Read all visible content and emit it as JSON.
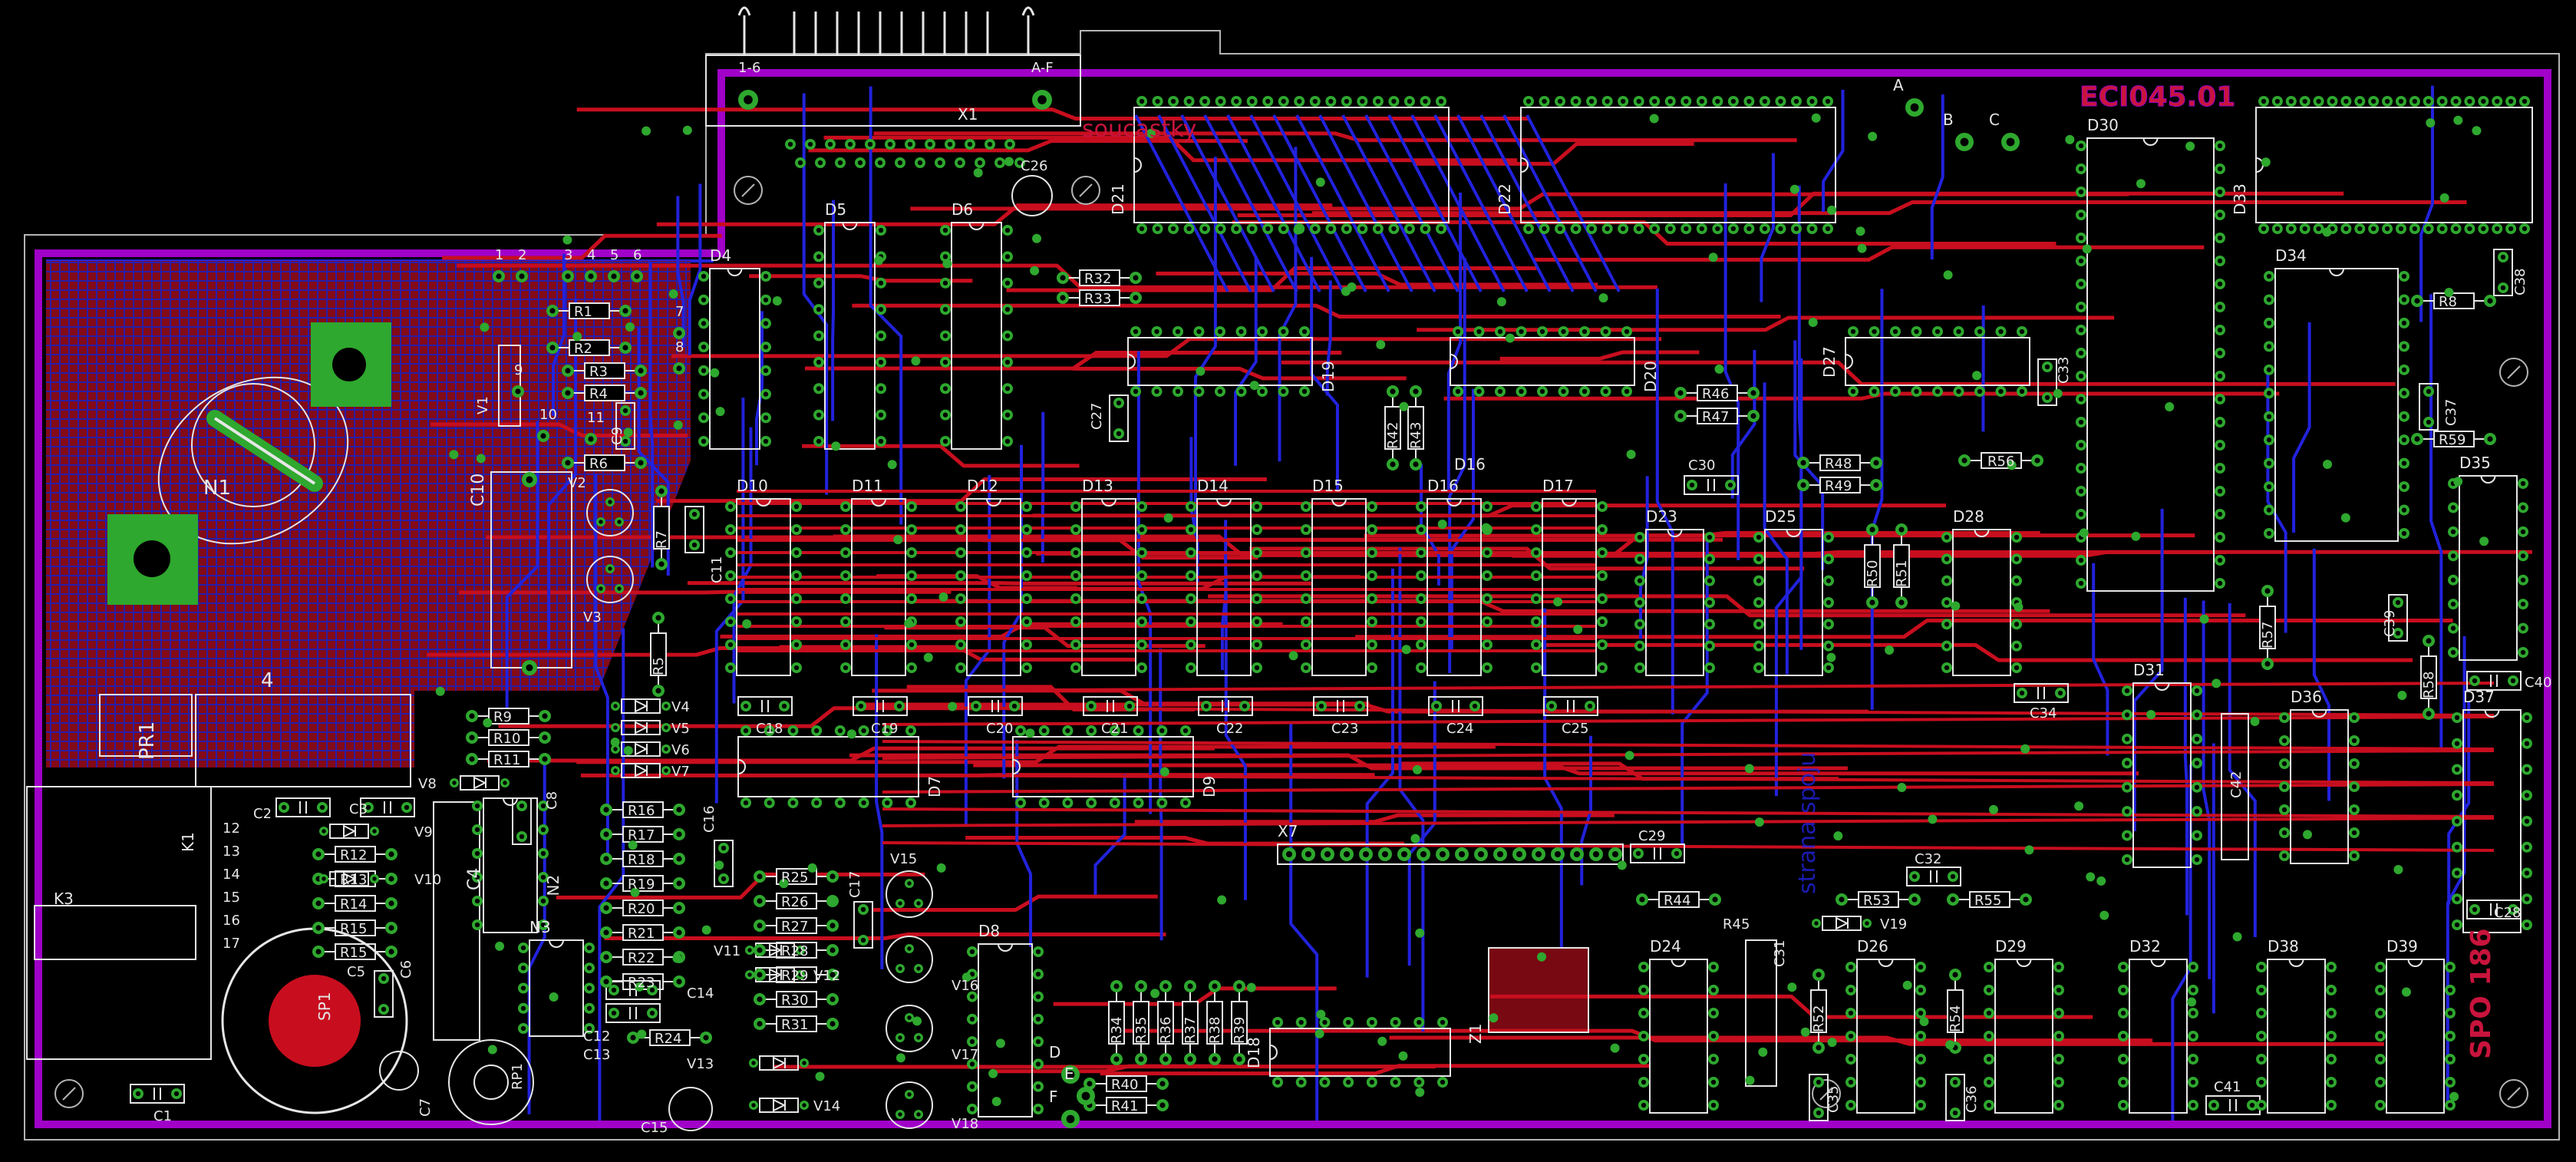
{
  "colors": {
    "background": "#000000",
    "outline": "#b4b4b4",
    "top_copper": "#c80e1e",
    "bottom_copper": "#2222dd",
    "ground_frame": "#a000c8",
    "silkscreen": "#e6e6e6",
    "pad": "#2ea82e",
    "pad_hole": "#000000",
    "title_text": "#c8143c"
  },
  "board": {
    "title_top": "ECI045.01",
    "title_side": "SPO 186",
    "top_text": "soucastky",
    "bottom_text": "strana spoju"
  },
  "connector_x1": {
    "name": "X1",
    "left_label": "1-6",
    "right_label": "A-F"
  },
  "test_points": [
    "A",
    "B",
    "C",
    "D",
    "E",
    "F"
  ],
  "lead_numbers": [
    "1",
    "2",
    "3",
    "4",
    "5",
    "6",
    "7",
    "8",
    "9",
    "10",
    "11",
    "12",
    "13",
    "14",
    "15",
    "16",
    "17"
  ],
  "ic_row_top": [
    "D21",
    "D22",
    "D30",
    "D33"
  ],
  "ic_row_small": [
    "D4",
    "D5",
    "D6",
    "D19",
    "D20",
    "D27",
    "D34"
  ],
  "ic_row_mid": [
    "D10",
    "D11",
    "D12",
    "D13",
    "D14",
    "D15",
    "D16",
    "D17"
  ],
  "ic_row_low": [
    "D7",
    "D9",
    "D23",
    "D25",
    "D28",
    "D31",
    "D35",
    "D36",
    "D37"
  ],
  "ic_row_bottom": [
    "D8",
    "D18",
    "D24",
    "D26",
    "D29",
    "D32",
    "D38",
    "D39"
  ],
  "caps_mid": [
    "C18",
    "C19",
    "C20",
    "C21",
    "C22",
    "C23",
    "C24",
    "C25"
  ],
  "resistors_left": [
    "R9",
    "R10",
    "R11",
    "R16",
    "R17",
    "R18",
    "R19",
    "R20",
    "R21",
    "R22",
    "R23"
  ],
  "resistors_r25": [
    "R25",
    "R26",
    "R27",
    "R28",
    "R29",
    "R30",
    "R31"
  ],
  "resistors_row": [
    "R34",
    "R35",
    "R36",
    "R37",
    "R38",
    "R39"
  ],
  "resistors_k1": [
    "R12",
    "R13",
    "R14",
    "R15"
  ],
  "diodes_v": [
    "V4",
    "V5",
    "V6",
    "V7"
  ],
  "labels": {
    "n1": "N1",
    "n2": "N2",
    "n3": "N3",
    "pr1": "PR1",
    "four": "4",
    "k1": "K1",
    "k3": "K3",
    "sp1": "SP1",
    "rp1": "RP1",
    "z1": "Z1",
    "x7": "X7",
    "v1": "V1",
    "v2": "V2",
    "v3": "V3",
    "v8": "V8",
    "v9": "V9",
    "v10": "V10",
    "v11": "V11",
    "v12": "V12",
    "v13": "V13",
    "v14": "V14",
    "v15": "V15",
    "v16": "V16",
    "v17": "V17",
    "v18": "V18",
    "v19": "V19",
    "r1": "R1",
    "r2": "R2",
    "r3": "R3",
    "r4": "R4",
    "r5": "R5",
    "r6": "R6",
    "r7": "R7",
    "r8": "R8",
    "r24": "R24",
    "r32": "R32",
    "r33": "R33",
    "r40": "R40",
    "r41": "R41",
    "r42": "R42",
    "r43": "R43",
    "r44": "R44",
    "r45": "R45",
    "r46": "R46",
    "r47": "R47",
    "r48": "R48",
    "r49": "R49",
    "r50": "R50",
    "r51": "R51",
    "r52": "R52",
    "r53": "R53",
    "r54": "R54",
    "r55": "R55",
    "r56": "R56",
    "r57": "R57",
    "r58": "R58",
    "r59": "R59",
    "c1": "C1",
    "c2": "C2",
    "c3": "C3",
    "c4": "C4",
    "c5": "C5",
    "c6": "C6",
    "c7": "C7",
    "c8": "C8",
    "c9": "C9",
    "c10": "C10",
    "c11": "C11",
    "c12": "C12",
    "c13": "C13",
    "c14": "C14",
    "c15": "C15",
    "c16": "C16",
    "c17": "C17",
    "c26": "C26",
    "c27": "C27",
    "c28": "C28",
    "c29": "C29",
    "c30": "C30",
    "c31": "C31",
    "c32": "C32",
    "c33": "C33",
    "c34": "C34",
    "c35": "C35",
    "c36": "C36",
    "c37": "C37",
    "c38": "C38",
    "c39": "C39",
    "c40": "C40",
    "c41": "C41",
    "c42": "C42"
  }
}
